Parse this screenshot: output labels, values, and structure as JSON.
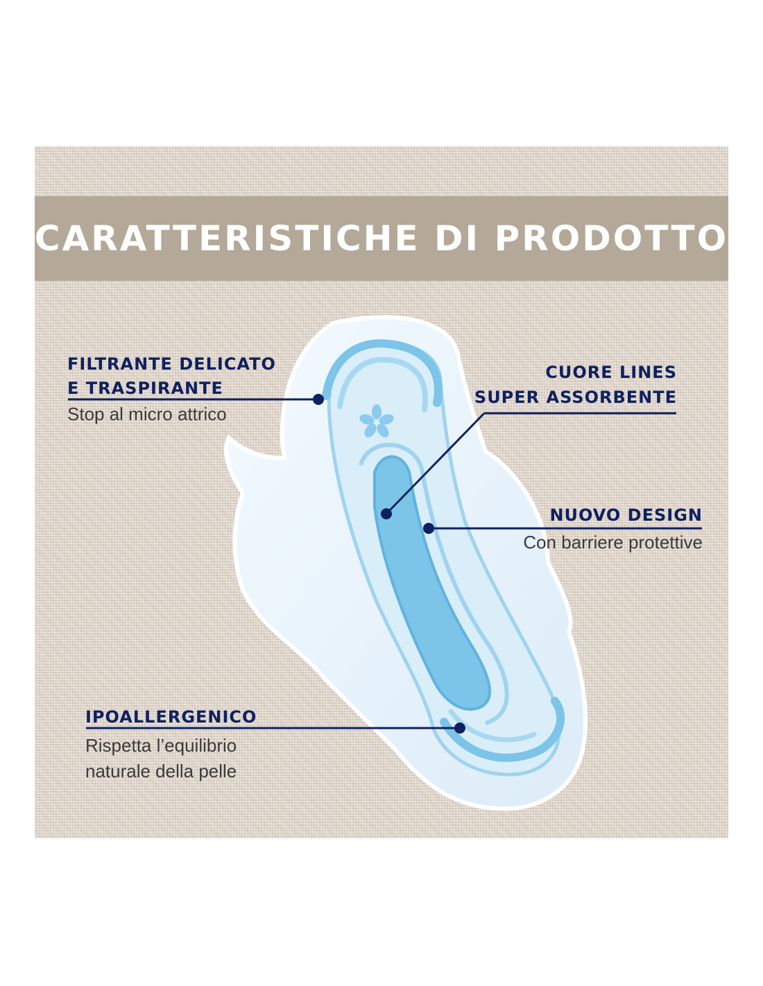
{
  "header": {
    "title": "CARATTERISTICHE DI PRODOTTO"
  },
  "features": [
    {
      "title_line1": "FILTRANTE DELICATO",
      "title_line2": "E TRASPIRANTE",
      "subtitle": "Stop al micro attrico"
    },
    {
      "title_line1": "CUORE LINES",
      "title_line2": "SUPER ASSORBENTE"
    },
    {
      "title_line1": "NUOVO DESIGN",
      "subtitle": "Con barriere protettive"
    },
    {
      "title_line1": "IPOALLERGENICO",
      "subtitle_line1": "Rispetta l’equilibrio",
      "subtitle_line2": "naturale della pelle"
    }
  ],
  "colors": {
    "background": "#e2d8cd",
    "title_band": "#b4a898",
    "label_navy": "#0f2060",
    "pad_blue": "#7cc4e8",
    "pad_light": "#eaf5fc"
  }
}
